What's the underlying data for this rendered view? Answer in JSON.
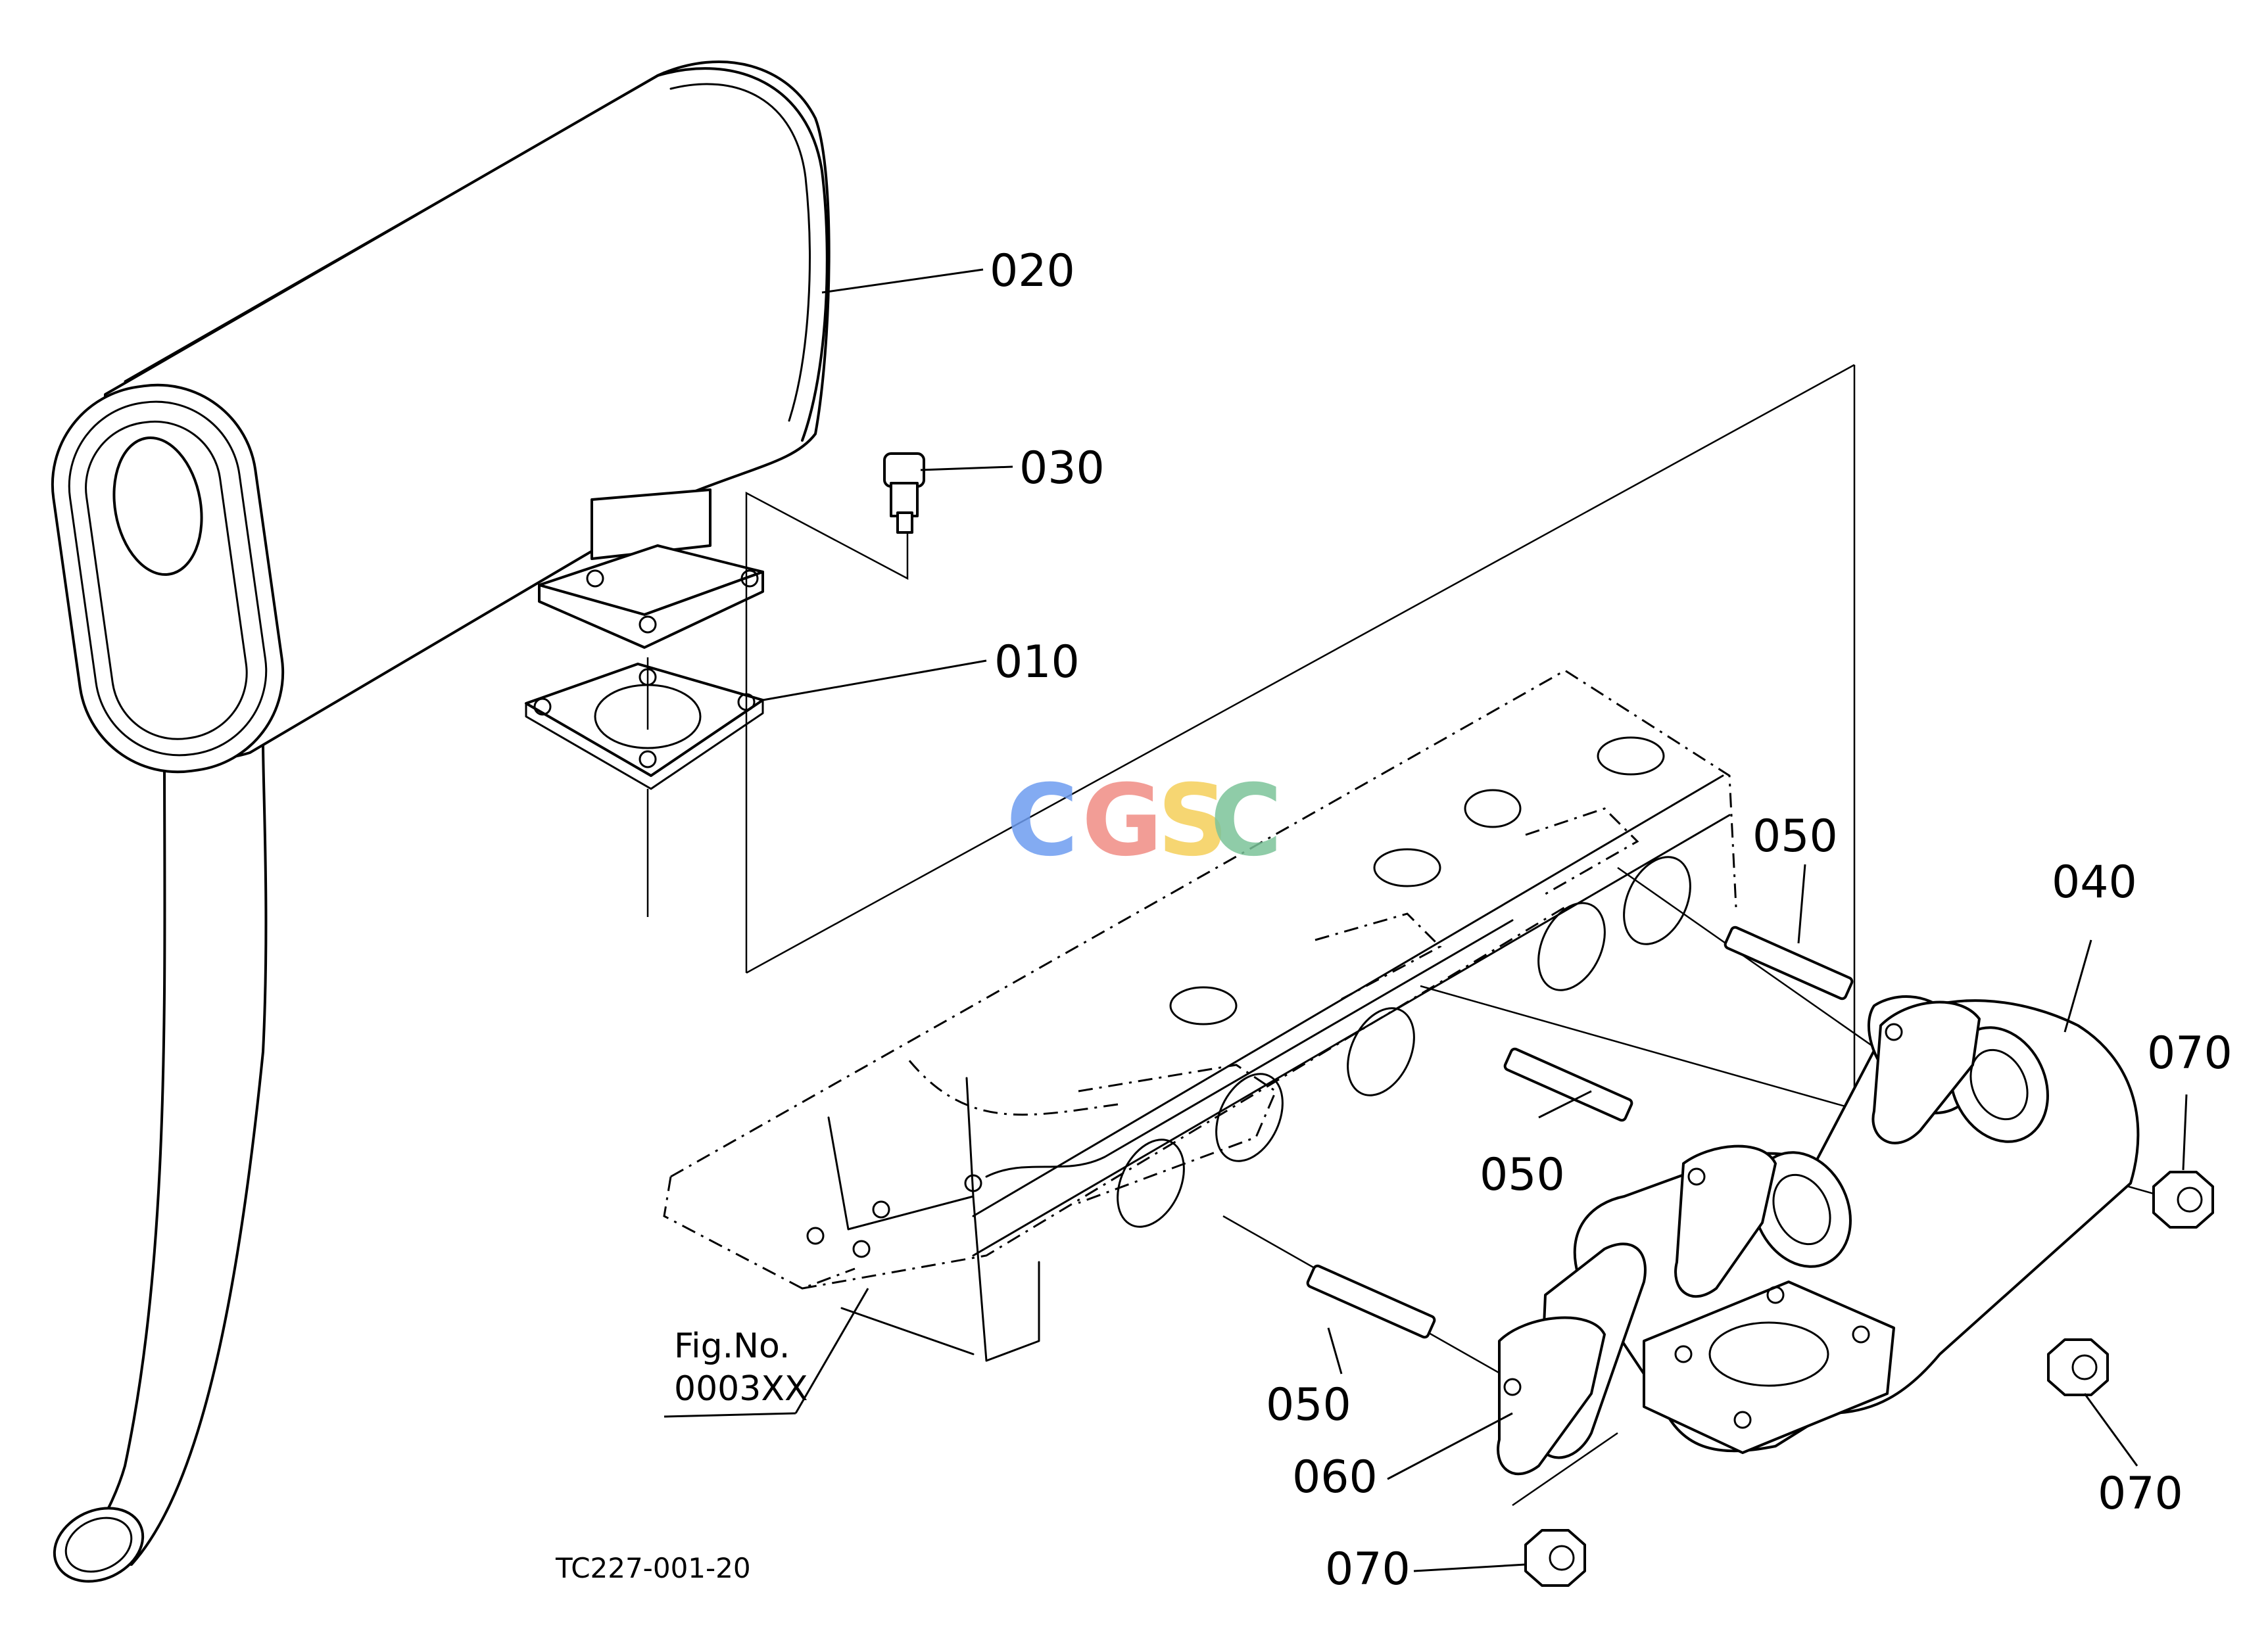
{
  "labels": {
    "p010": "010",
    "p020": "020",
    "p030": "030",
    "p040": "040",
    "p050a": "050",
    "p050b": "050",
    "p050c": "050",
    "p060": "060",
    "p070a": "070",
    "p070b": "070",
    "p070c": "070"
  },
  "fig_ref": {
    "line1": "Fig.No.",
    "line2": "0003XX"
  },
  "drawing_code": "TC227-001-20",
  "watermark": {
    "letters": [
      "C",
      "G",
      "S",
      "C"
    ],
    "colors": [
      "#6e9df0",
      "#f08c84",
      "#f5cf5a",
      "#7cc49a"
    ]
  }
}
